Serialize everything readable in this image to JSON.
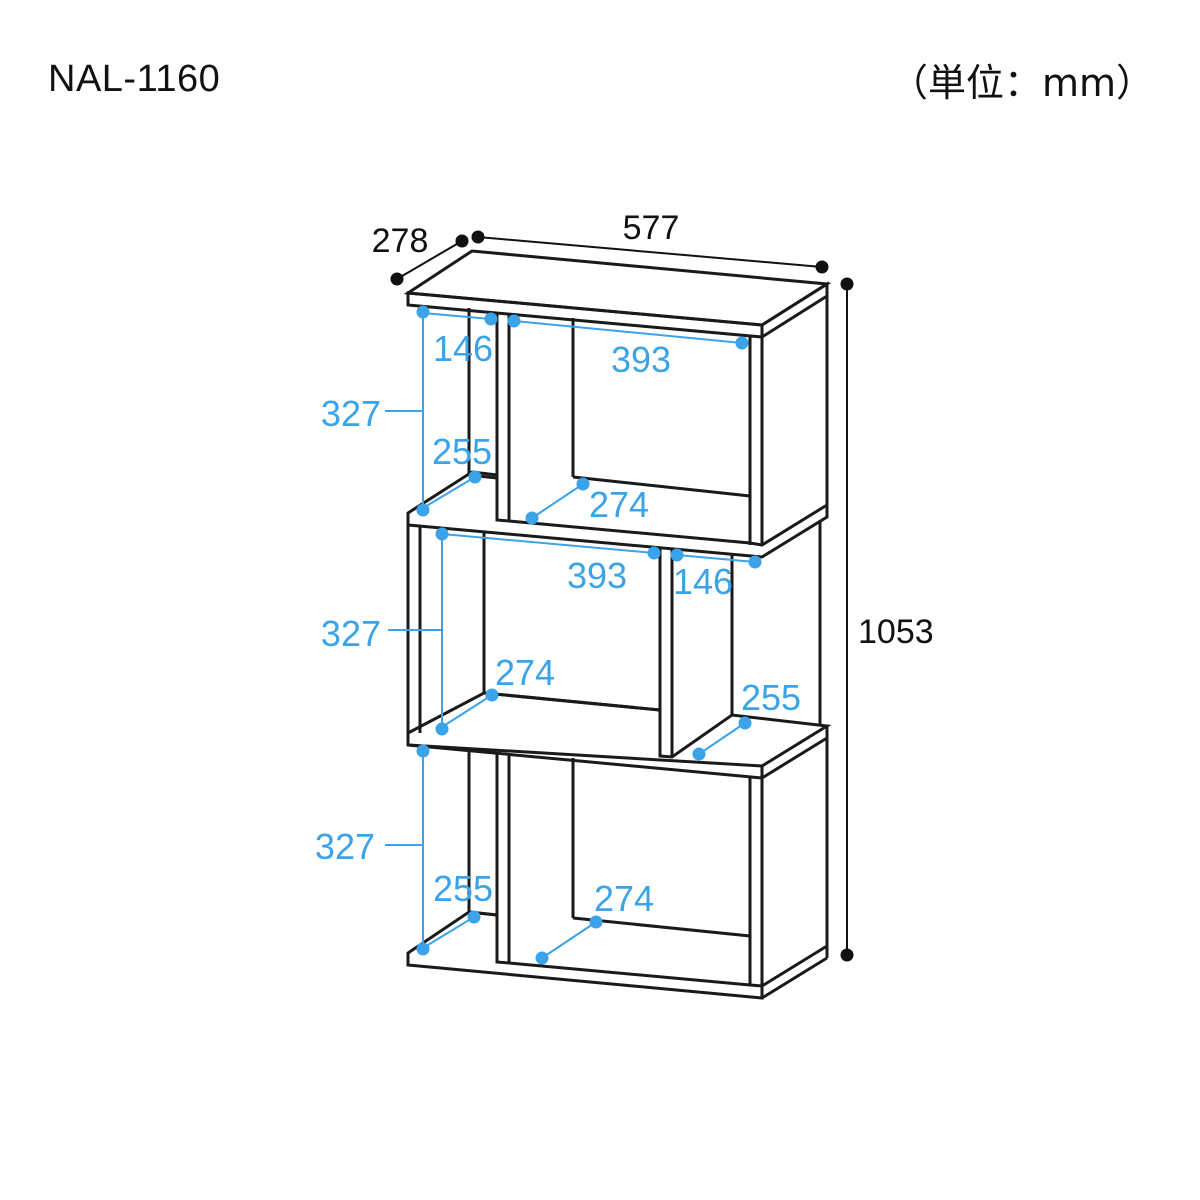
{
  "header": {
    "model": "NAL-1160",
    "unit_label": "（単位：mm）"
  },
  "colors": {
    "outline": "#1a1a1a",
    "dimension_black": "#111111",
    "dimension_blue": "#3ba3e8"
  },
  "overall": {
    "depth": "278",
    "width": "577",
    "height": "1053"
  },
  "tiers": {
    "top": {
      "height": "327",
      "small_width": "146",
      "large_width": "393",
      "small_depth": "255",
      "large_depth": "274"
    },
    "middle": {
      "height": "327",
      "large_width": "393",
      "small_width": "146",
      "large_depth": "274",
      "small_depth": "255"
    },
    "bottom": {
      "height": "327",
      "small_depth": "255",
      "large_depth": "274"
    }
  }
}
